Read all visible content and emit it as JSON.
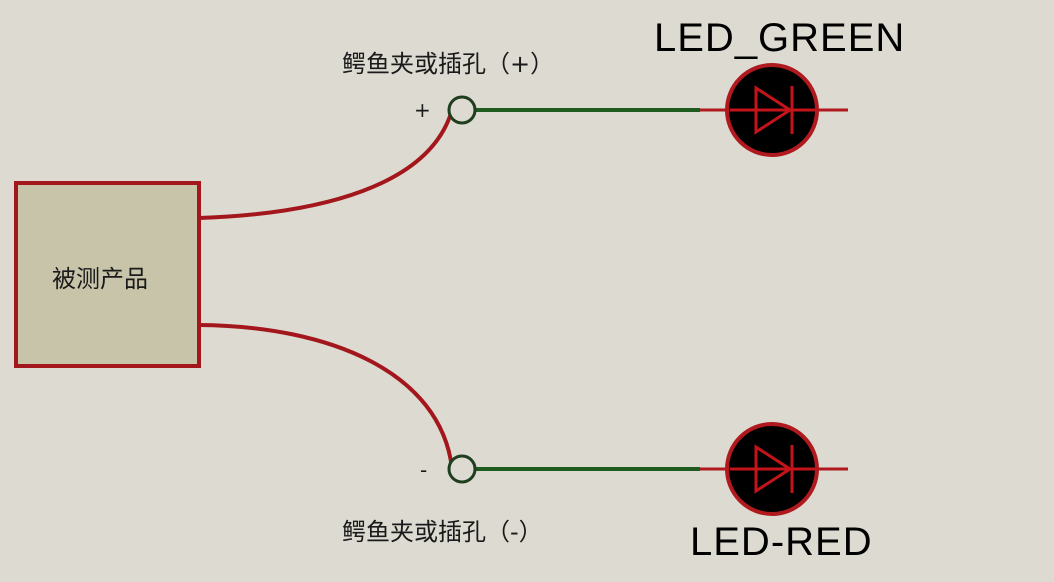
{
  "dut": {
    "label": "被测产品"
  },
  "terminals": {
    "positive": {
      "sign": "+",
      "label": "鳄鱼夹或插孔（+）"
    },
    "negative": {
      "sign": "-",
      "label": "鳄鱼夹或插孔（-）"
    }
  },
  "leds": {
    "green": {
      "label": "LED_GREEN"
    },
    "red": {
      "label": "LED-RED"
    }
  },
  "colors": {
    "background": "#dcdad1",
    "box_fill": "#c8c4aa",
    "red_wire": "#a3171c",
    "green_wire": "#1f5a1f",
    "led_fill": "#000000",
    "led_outline": "#b0191e",
    "terminal_ring": "#1f3d1f"
  },
  "icons": {
    "led_symbol": "diode-led-icon",
    "terminal": "terminal-ring-icon"
  }
}
